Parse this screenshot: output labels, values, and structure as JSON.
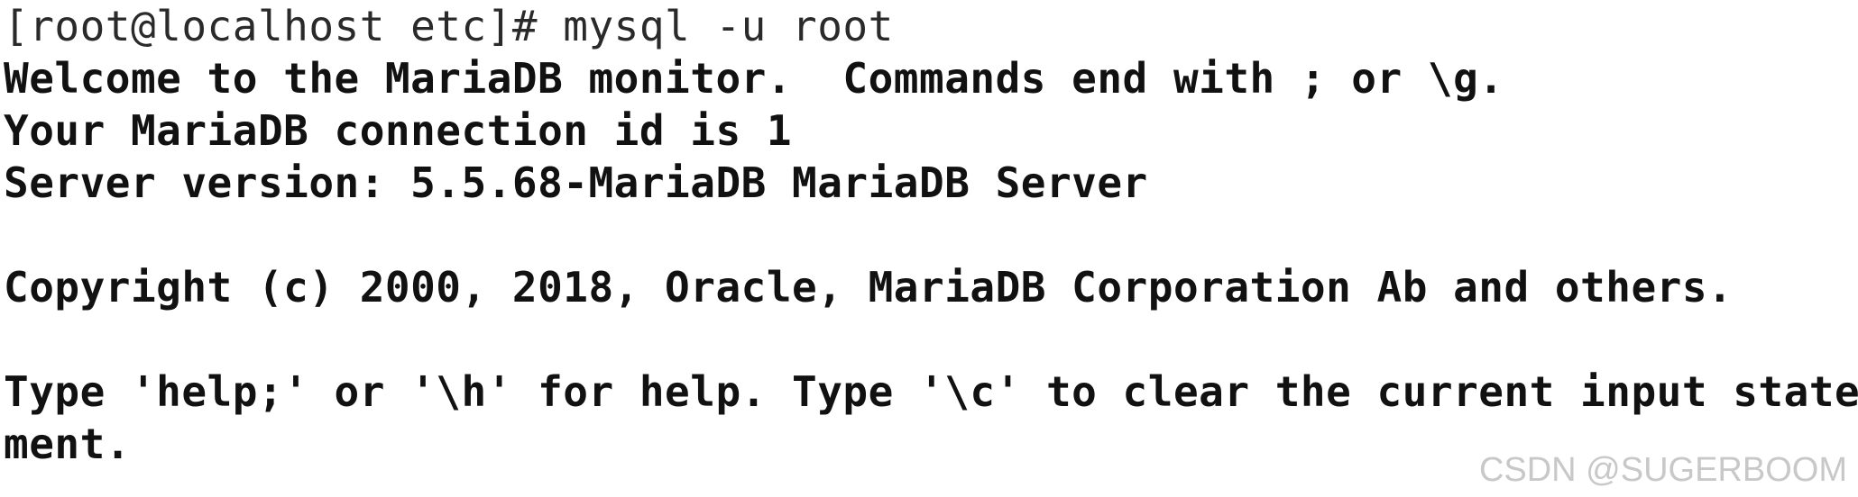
{
  "terminal": {
    "lines": [
      "[root@localhost etc]# mysql -u root",
      "Welcome to the MariaDB monitor.  Commands end with ; or \\g.",
      "Your MariaDB connection id is 1",
      "Server version: 5.5.68-MariaDB MariaDB Server",
      "",
      "Copyright (c) 2000, 2018, Oracle, MariaDB Corporation Ab and others.",
      "",
      "Type 'help;' or '\\h' for help. Type '\\c' to clear the current input state",
      "ment."
    ]
  },
  "watermark": {
    "text": "CSDN @SUGERBOOM"
  },
  "colors": {
    "background": "#ffffff",
    "text": "#111111",
    "watermark": "#c8c8c8"
  }
}
